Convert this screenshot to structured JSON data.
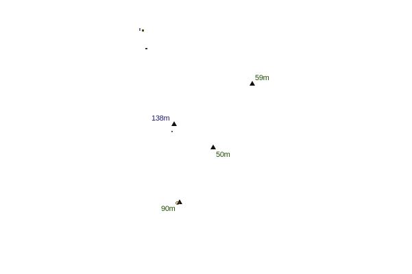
{
  "map": {
    "peaks": [
      {
        "label": "59m",
        "color": "#1f4a00"
      },
      {
        "label": "138m",
        "color": "#1a1a6a"
      },
      {
        "label": "50m",
        "color": "#1f4a00"
      },
      {
        "label": "90m",
        "color": "#1f4a00"
      }
    ],
    "icons": [
      "peak-triangle-icon"
    ]
  }
}
